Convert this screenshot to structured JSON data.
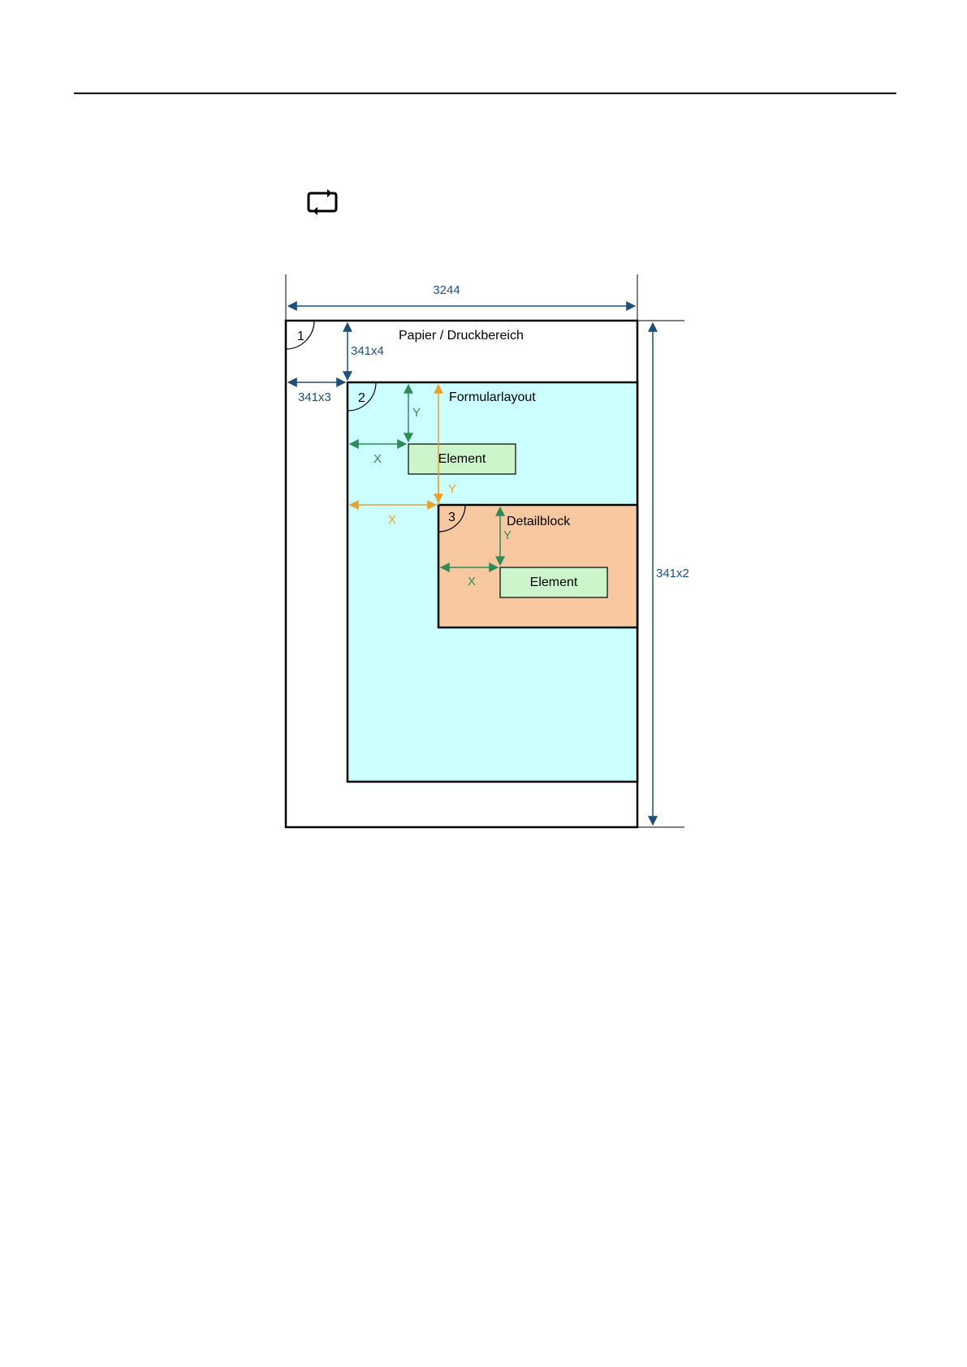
{
  "icon": "refresh-cycle-icon",
  "colors": {
    "dimension": "#1f4e79",
    "green_arrow": "#2e8b57",
    "orange_arrow": "#e8a030",
    "form_fill": "#ccffff",
    "detail_fill": "#f8c9a0",
    "element_fill": "#ccf5cc"
  },
  "diagram": {
    "dim_width": "3244",
    "dim_height": "341x2",
    "dim_left": "341x3",
    "dim_top": "341x4",
    "paper": {
      "number": "1",
      "label": "Papier / Druckbereich"
    },
    "form": {
      "number": "2",
      "label": "Formularlayout"
    },
    "detail": {
      "number": "3",
      "label": "Detailblock"
    },
    "element1_label": "Element",
    "element2_label": "Element",
    "form_x": "X",
    "form_y": "Y",
    "detail_x": "X",
    "detail_y": "Y",
    "block_x": "X",
    "block_y": "Y"
  }
}
